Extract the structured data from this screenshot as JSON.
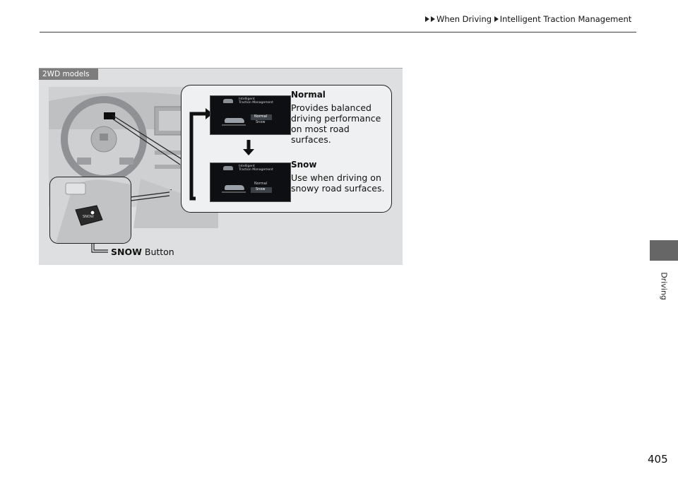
{
  "breadcrumb": {
    "part1": "When Driving",
    "part2": "Intelligent Traction Management"
  },
  "figure": {
    "model_tag": "2WD models",
    "screen_header": [
      "Intelligent",
      "Traction Management"
    ],
    "modes": [
      {
        "screen_mode_1": "Normal",
        "screen_mode_2": "Snow",
        "title": "Normal",
        "description": [
          "Provides balanced",
          "driving performance",
          "on most road surfaces."
        ]
      },
      {
        "screen_mode_1": "Normal",
        "screen_mode_2": "Snow",
        "title": "Snow",
        "description": [
          "Use when driving on",
          "snowy road surfaces."
        ]
      }
    ],
    "button_label_bold": "SNOW",
    "button_label_rest": " Button",
    "button_engraving": "SNOW"
  },
  "sidebar": {
    "section": "Driving"
  },
  "page_number": "405"
}
